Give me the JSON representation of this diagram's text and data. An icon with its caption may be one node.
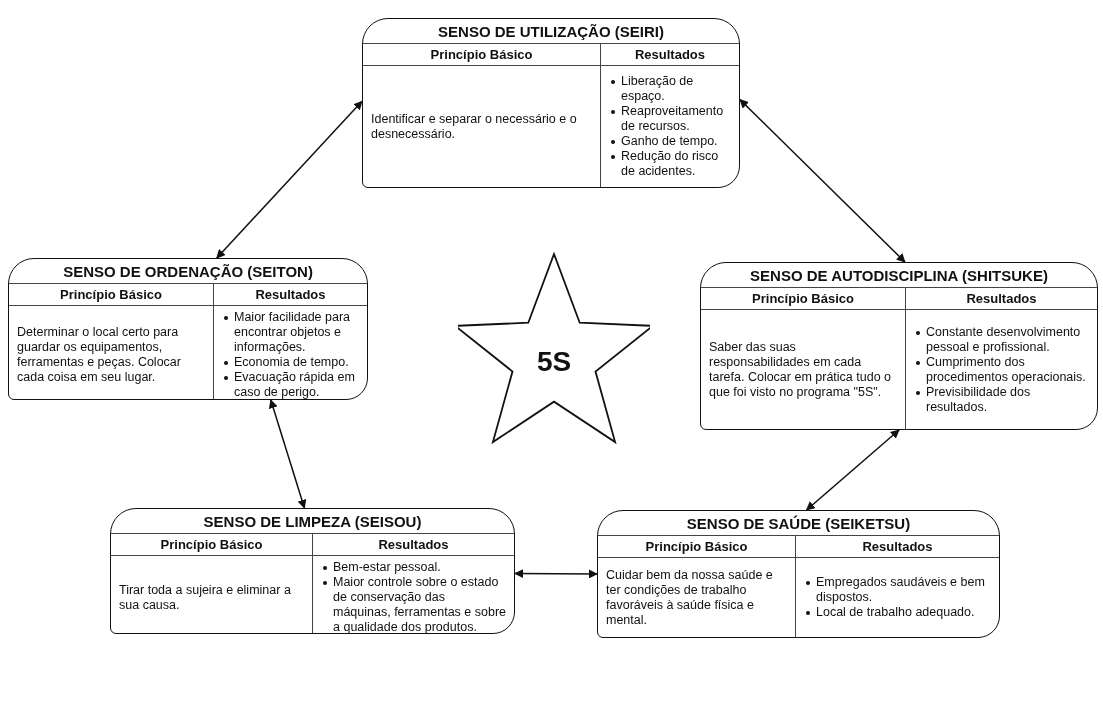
{
  "diagram": {
    "nodes": [
      {
        "text": [
          "SENSO DE UTILIZAÇÃO (SEIRI)",
          "Princípio Básico",
          "Resultados",
          "Identificar e separar o necessário e o desnecessário.",
          "Liberação de espaço.",
          "Reaproveitamento de recursos.",
          "Ganho de tempo.",
          "Redução do risco de acidentes."
        ]
      },
      {
        "text": [
          "SENSO DE ORDENAÇÃO (SEITON)",
          "Princípio Básico",
          "Resultados",
          "Determinar o local certo para guardar os equipamentos, ferramentas e peças. Colocar cada coisa em seu lugar.",
          "Maior facilidade para encontrar objetos e informações.",
          "Economia de tempo.",
          "Evacuação rápida em caso de perigo."
        ]
      },
      {
        "text": [
          "5S"
        ]
      },
      {
        "text": [
          "SENSO DE AUTODISCIPLINA (SHITSUKE)",
          "Princípio Básico",
          "Resultados",
          "Saber das suas responsabilidades em cada tarefa. Colocar em prática tudo o que foi visto no programa \"5S\".",
          "Constante desenvolvimento pessoal e profissional.",
          "Cumprimento dos procedimentos operacionais.",
          "Previsibilidade dos resultados."
        ]
      },
      {
        "text": [
          "SENSO DE LIMPEZA (SEISOU)",
          "Princípio Básico",
          "Resultados",
          "Tirar toda a sujeira e eliminar a sua causa.",
          "Bem-estar pessoal.",
          "Maior controle sobre o estado de conservação das máquinas, ferramentas e sobre a qualidade dos produtos."
        ]
      },
      {
        "text": [
          "SENSO DE SAÚDE (SEIKETSU)",
          "Princípio Básico",
          "Resultados",
          "Cuidar bem da nossa saúde e ter condições de trabalho favoráveis à saúde física e mental.",
          "Empregados saudáveis e bem dispostos.",
          "Local de trabalho adequado."
        ]
      }
    ],
    "edges": [
      {
        "from": 0,
        "to": 1,
        "arrow": "both"
      },
      {
        "from": 0,
        "to": 3,
        "arrow": "both"
      },
      {
        "from": 1,
        "to": 4,
        "arrow": "both"
      },
      {
        "from": 4,
        "to": 5,
        "arrow": "both"
      },
      {
        "from": 5,
        "to": 3,
        "arrow": "both"
      }
    ]
  }
}
